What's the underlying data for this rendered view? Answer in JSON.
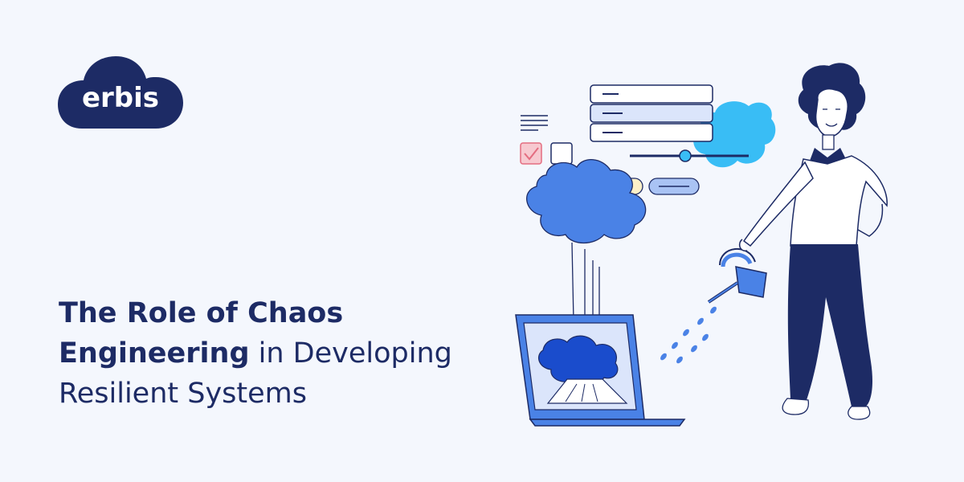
{
  "brand": {
    "logo_text": "erbis"
  },
  "headline": {
    "line1": "The Role of Chaos",
    "line2_strong": "Engineering",
    "line2_rest": " in Developing",
    "line3": "Resilient Systems"
  },
  "colors": {
    "background": "#f4f7fd",
    "navy": "#1d2b65",
    "blue": "#4a82e6",
    "light_blue": "#39bdf5",
    "pale_blue": "#dbe5fb",
    "pink": "#f7c9d0",
    "cream": "#fdf0c8"
  },
  "illustration": {
    "icons": [
      "cloud-icon",
      "laptop-icon",
      "watering-can-icon",
      "checkbox-icon",
      "document-icon",
      "slider-icon"
    ]
  }
}
